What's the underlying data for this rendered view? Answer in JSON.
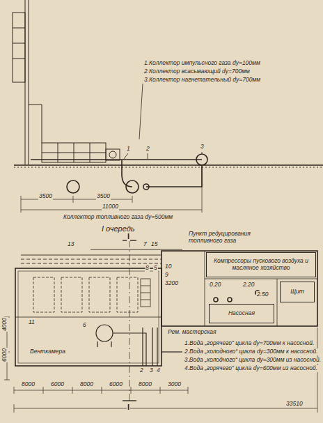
{
  "diagram": {
    "nodes": [
      {
        "text": [
          "Компрессоры пускового воздуха и масляное хозяйство"
        ]
      },
      {
        "text": [
          "Насосная"
        ]
      },
      {
        "text": [
          "Щит"
        ]
      }
    ],
    "labels": [
      "1.Коллектор импульсного газа dу=100мм",
      "2.Коллектор всасывающий dу=700мм",
      "3.Коллектор нагнетательный dу=700мм",
      "1",
      "2",
      "3",
      "3500",
      "3500",
      "11000",
      "Коллектор топливного газа dу=500мм",
      "I очередь",
      "I",
      "13",
      "7",
      "15",
      "8",
      "5",
      "10",
      "9",
      "Пункт редуцирования топливного газа",
      "3200",
      "0.20",
      "2.20",
      "2.50",
      "11",
      "Венткамера",
      "6",
      "2",
      "3",
      "4",
      "Рем. мастерская",
      "1.Вода „горячего“ цикла dу=700мм к насосной.",
      "2.Вода „холодного“ цикла dу=300мм к насосной.",
      "3.Вода „холодного“ цикла dу=300мм из насосной.",
      "4.Вода „горячего“ цикла dу=600мм из насосной.",
      "8000",
      "6000",
      "8000",
      "6000",
      "8000",
      "3000",
      "6000",
      "4000",
      "33510",
      "I"
    ]
  }
}
